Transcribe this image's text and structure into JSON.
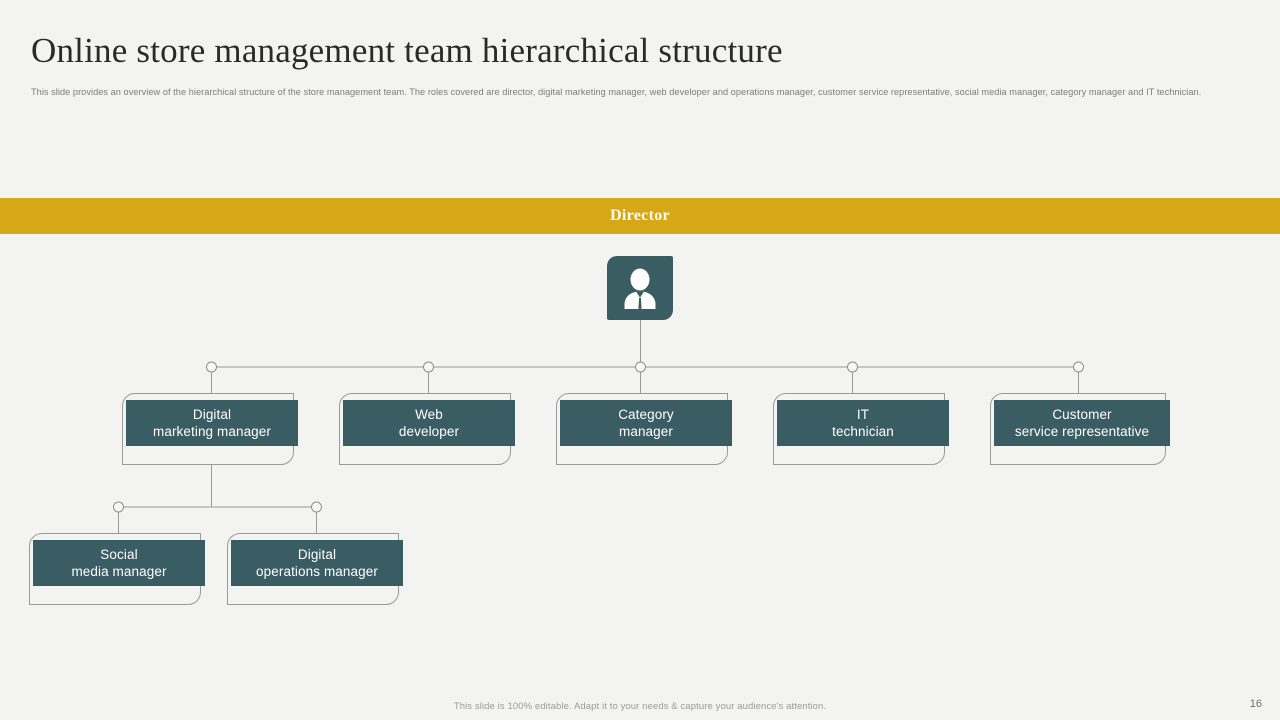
{
  "slide": {
    "title": "Online store management team hierarchical structure",
    "subtitle": "This slide provides an overview of the hierarchical structure of the store management team. The roles covered are director, digital marketing manager, web developer and operations manager, customer service representative, social media manager, category manager and IT technician.",
    "page_number": "16",
    "footer_note": "This slide is 100% editable. Adapt it to your needs & capture your audience's attention."
  },
  "banner": {
    "label": "Director",
    "background_color": "#d6a818",
    "text_color": "#fdfbf4"
  },
  "theme": {
    "background": "#f3f3f1",
    "node_fill": "#3a5c63",
    "node_outline": "#9a9a9a",
    "connector": "#9a9a9a",
    "title_color": "#2a2a2a",
    "subtitle_color": "#7d7d7d"
  },
  "chart_data": {
    "type": "org-chart",
    "root": {
      "id": "director",
      "label": "Director",
      "icon": "person-avatar-icon"
    },
    "levels": [
      {
        "level": 1,
        "nodes": [
          {
            "id": "digital-marketing-manager",
            "label": "Digital\nmarketing manager",
            "parent": "director"
          },
          {
            "id": "web-developer",
            "label": "Web\ndeveloper",
            "parent": "director"
          },
          {
            "id": "category-manager",
            "label": "Category\nmanager",
            "parent": "director"
          },
          {
            "id": "it-technician",
            "label": "IT\ntechnician",
            "parent": "director"
          },
          {
            "id": "customer-service-representative",
            "label": "Customer\nservice representative",
            "parent": "director"
          }
        ]
      },
      {
        "level": 2,
        "nodes": [
          {
            "id": "social-media-manager",
            "label": "Social\nmedia manager",
            "parent": "digital-marketing-manager"
          },
          {
            "id": "digital-operations-manager",
            "label": "Digital\noperations manager",
            "parent": "digital-marketing-manager"
          }
        ]
      }
    ]
  }
}
